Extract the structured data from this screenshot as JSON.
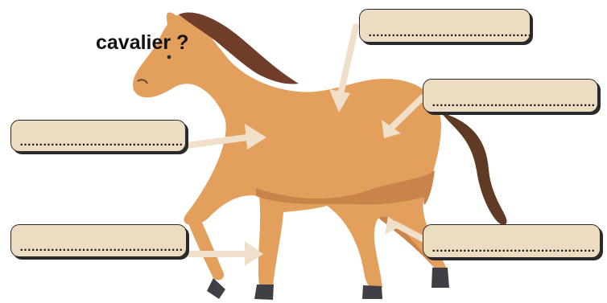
{
  "worksheet": {
    "title": "cavalier ?",
    "labels": [
      {
        "text": "……………………………………"
      },
      {
        "text": "……………………………………"
      },
      {
        "text": "……………………………………"
      },
      {
        "text": "……………………………………"
      },
      {
        "text": "……………………………………"
      }
    ]
  },
  "colors": {
    "horse_body": "#e39f5c",
    "horse_shadow": "#c9834b",
    "mane": "#6f3d2a",
    "tail": "#5f3a25",
    "hoof": "#3f3f46",
    "arrow": "#f0e0c9",
    "label_fill": "#ecdcc2",
    "label_border": "#2a2a2a"
  },
  "icons": {
    "horse": "horse-illustration",
    "arrow": "pointer-arrow"
  }
}
